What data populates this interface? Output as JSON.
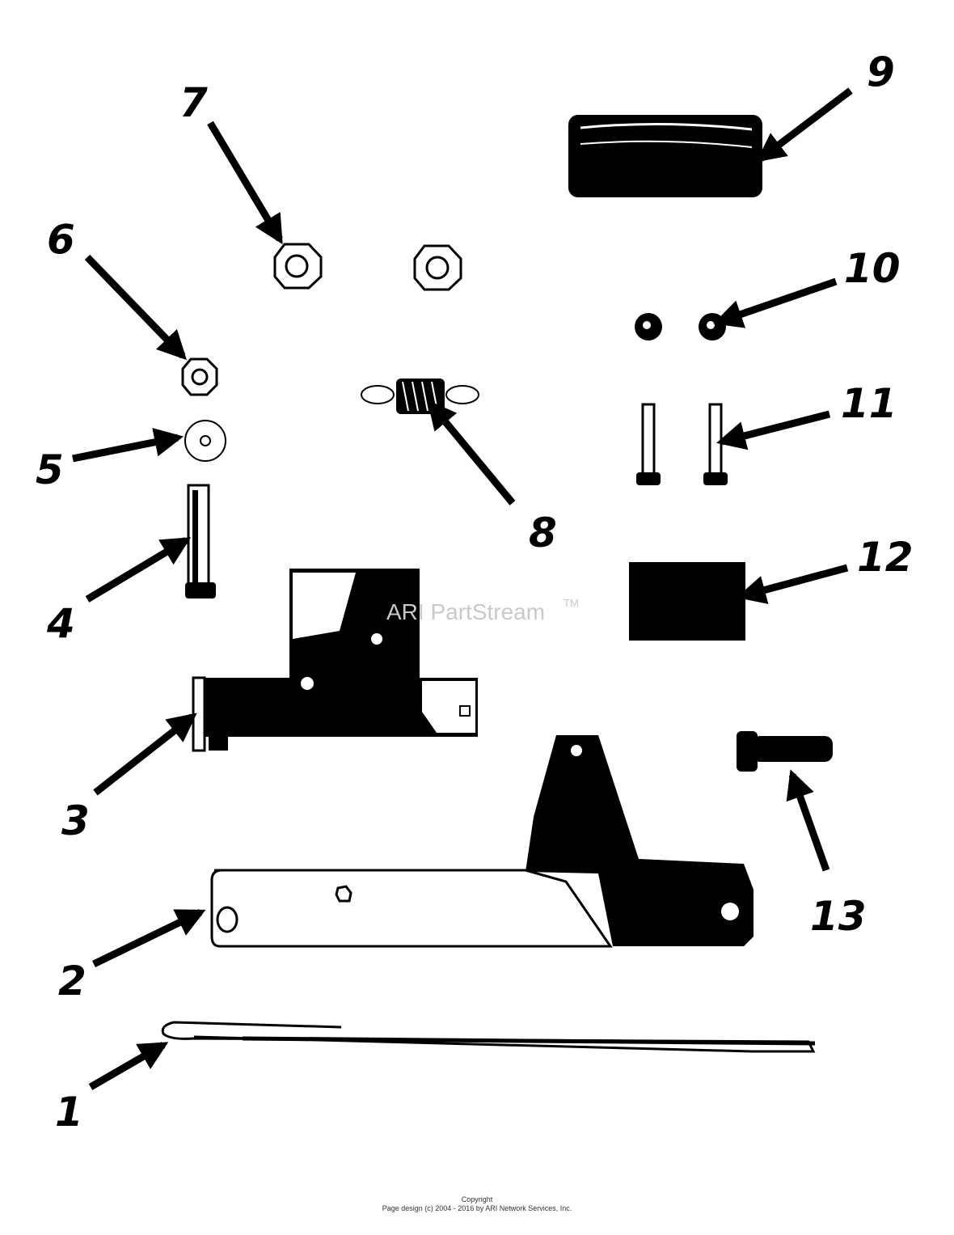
{
  "diagram": {
    "callouts": [
      "1",
      "2",
      "3",
      "4",
      "5",
      "6",
      "7",
      "8",
      "9",
      "10",
      "11",
      "12",
      "13"
    ]
  },
  "watermark": {
    "text": "ARI PartStream",
    "tm": "TM"
  },
  "footer": {
    "line1": "Copyright",
    "line2": "Page design (c) 2004 - 2016 by ARI Network Services, Inc."
  },
  "colors": {
    "ink": "#000000",
    "paper": "#ffffff",
    "watermark": "#c9c9c9"
  }
}
